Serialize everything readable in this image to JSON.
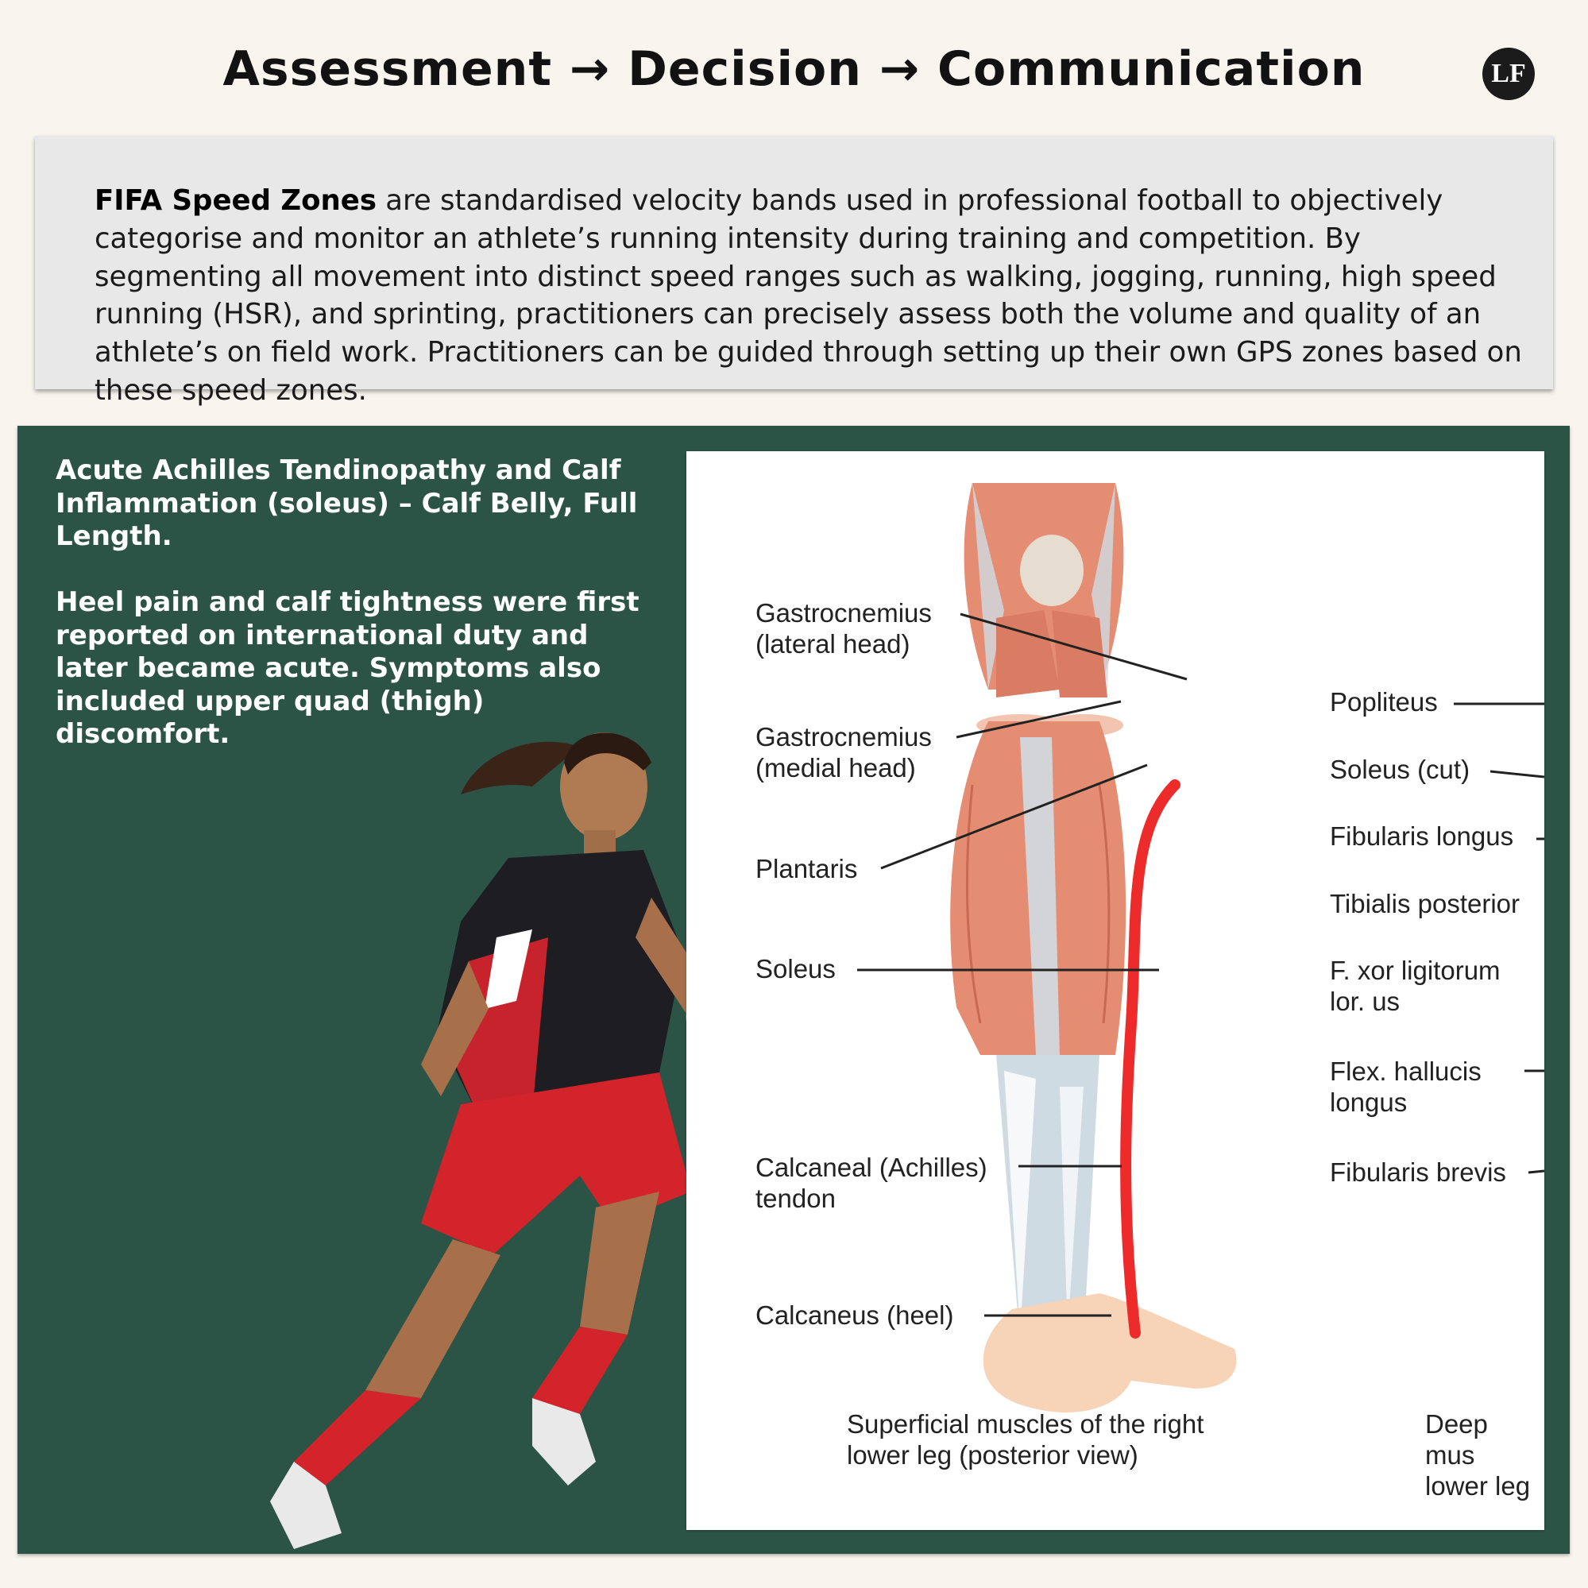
{
  "header": {
    "title": "Assessment → Decision → Communication",
    "logo_text": "LF"
  },
  "intro": {
    "lead": "FIFA Speed Zones",
    "text": " are standardised velocity bands used in professional football to objectively categorise and monitor an athlete’s running intensity during training and competition. By segmenting all movement into distinct speed ranges such as walking, jogging, running, high speed running (HSR), and sprinting, practitioners can precisely assess both the volume and quality of an athlete’s on field work. Practitioners can be guided through setting up their own GPS zones based on these speed zones."
  },
  "case": {
    "title": "Acute Achilles Tendinopathy and Calf Inflammation (soleus) – Calf Belly, Full Length.",
    "description": "Heel pain and calf tightness were first reported on international duty and later became acute. Symptoms also included upper quad (thigh) discomfort."
  },
  "diagram": {
    "left_labels": {
      "gastroc_lateral": "Gastrocnemius\n(lateral head)",
      "gastroc_medial": "Gastrocnemius\n(medial head)",
      "plantaris": "Plantaris",
      "soleus": "Soleus",
      "calcaneal_tendon": "Calcaneal (Achilles)\ntendon",
      "calcaneus": "Calcaneus (heel)"
    },
    "right_labels": {
      "popliteus": "Popliteus",
      "soleus_cut": "Soleus (cut)",
      "fibularis_longus": "Fibularis longus",
      "tibialis_posterior": "Tibialis posterior",
      "flexor_digitorum": "F. xor  ligitorum\nlor. us",
      "flexor_hallucis": "Flex.  hallucis\nlongus",
      "fibularis_brevis": "Fibularis brevis"
    },
    "captions": {
      "superficial": "Superficial muscles of the right\nlower leg (posterior view)",
      "deep": "Deep mus\nlower leg"
    },
    "colors": {
      "muscle": "#e58d72",
      "tendon": "#cfdbe3",
      "highlight": "#ee2b2b"
    }
  },
  "colors": {
    "background": "#f8f5ef",
    "panel_green": "#2b5346",
    "intro_box": "#e8e8e8"
  }
}
